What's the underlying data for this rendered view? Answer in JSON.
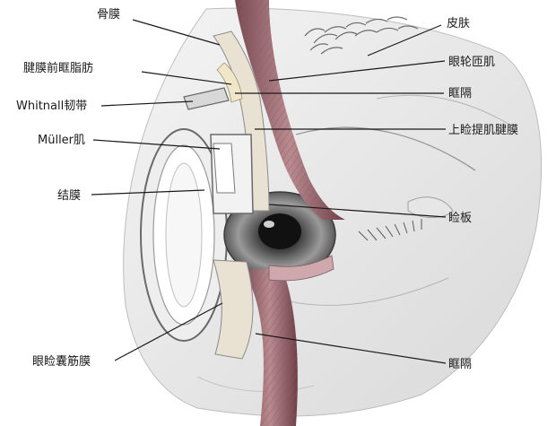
{
  "labels": {
    "periosteum": "骨膜",
    "preaponeurotic_fat": "腱膜前眶脂肪",
    "whitnall_ligament": "Whitnall韧带",
    "muller_muscle": "Müller肌",
    "conjunctiva": "结膜",
    "capsulopalpebral_fascia": "眼睑囊筋膜",
    "skin": "皮肤",
    "orbicularis_oculi": "眼轮匝肌",
    "orbital_septum_upper": "眶隔",
    "levator_aponeurosis": "上睑提肌腱膜",
    "tarsus": "睑板",
    "orbital_septum_lower": "眶隔"
  }
}
